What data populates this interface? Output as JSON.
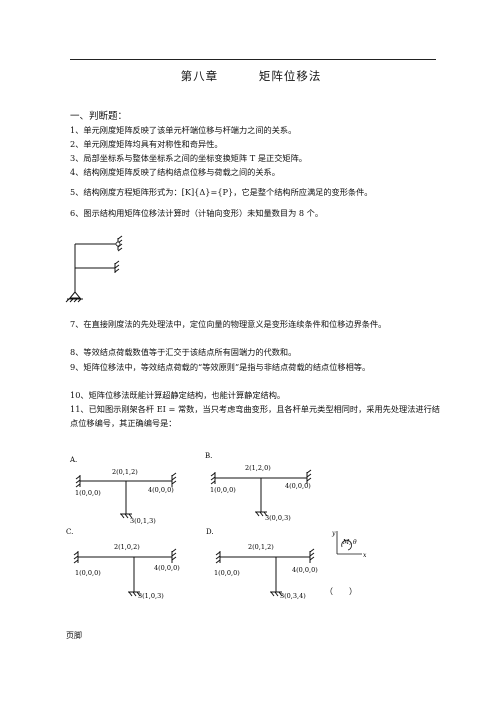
{
  "chapter": {
    "number": "第八章",
    "name": "矩阵位移法"
  },
  "section": "一、判断题：",
  "items": [
    "1、单元刚度矩阵反映了该单元杆端位移与杆端力之间的关系。",
    "2、单元刚度矩阵均具有对称性和奇异性。",
    "3、局部坐标系与整体坐标系之间的坐标变换矩阵 T 是正交矩阵。",
    "4、结构刚度矩阵反映了结构结点位移与荷载之间的关系。",
    "5、结构刚度方程矩阵形式为：[K]{Δ}={P}，它是整个结构所应满足的变形条件。",
    "6、图示结构用矩阵位移法计算时（计轴向变形）未知量数目为 8 个。",
    "7、在直接刚度法的先处理法中，定位向量的物理意义是变形连续条件和位移边界条件。",
    "8、等效结点荷载数值等于汇交于该结点所有固端力的代数和。",
    "9、矩阵位移法中，等效结点荷载的“等效原则”是指与非结点荷载的结点位移相等。",
    "10、矩阵位移法既能计算超静定结构，也能计算静定结构。",
    "11、已知图示刚架各杆 EI = 常数，当只考虑弯曲变形，且各杆单元类型相同时，采用先处理法进行结点位移编号，其正确编号是："
  ],
  "options": {
    "A": {
      "label": "A.",
      "top": "2(0,1,2)",
      "left": "1(0,0,0)",
      "right": "4(0,0,0)",
      "bottom": "3(0,1,3)"
    },
    "B": {
      "label": "B.",
      "top": "2(1,2,0)",
      "left": "1(0,0,0)",
      "right": "4(0,0,0)",
      "bottom": "3(0,0,3)"
    },
    "C": {
      "label": "C.",
      "top": "2(1,0,2)",
      "left": "1(0,0,0)",
      "right": "4(0,0,0)",
      "bottom": "3(1,0,3)"
    },
    "D": {
      "label": "D.",
      "top": "2(0,1,2)",
      "left": "1(0,0,0)",
      "right": "4(0,0,0)",
      "bottom": "3(0,3,4)"
    }
  },
  "axes": {
    "y": "y",
    "x": "x",
    "m": "M, θ"
  },
  "answer_blank": "（　　）",
  "footer": "页脚"
}
